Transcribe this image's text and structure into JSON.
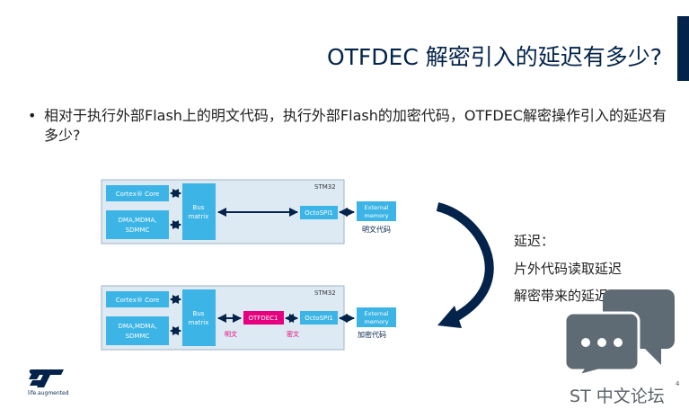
{
  "slide": {
    "title": "OTFDEC 解密引入的延迟有多少?",
    "bullet": "•",
    "bullet_text": "相对于执行外部Flash上的明文代码，执行外部Flash的加密代码，OTFDEC解密操作引入的延迟有多少?"
  },
  "diagram_top": {
    "chip_label": "STM32",
    "cortex_label": "Cortex® Core",
    "dma_label": [
      "DMA,MDMA,",
      "SDMMC"
    ],
    "bus_label": [
      "Bus",
      "matrix"
    ],
    "octospi_label": "OctoSPI1",
    "external_label": [
      "External",
      "memory"
    ],
    "caption": "明文代码"
  },
  "diagram_bottom": {
    "chip_label": "STM32",
    "cortex_label": "Cortex® Core",
    "dma_label": [
      "DMA,MDMA,",
      "SDMMC"
    ],
    "bus_label": [
      "Bus",
      "matrix"
    ],
    "otfdec_label": "OTFDEC1",
    "octospi_label": "OctoSPI1",
    "external_label": [
      "External",
      "memory"
    ],
    "plain_label": "明文",
    "cipher_label": "密文",
    "caption": "加密代码"
  },
  "delay_notes": {
    "heading": "延迟：",
    "line1": "片外代码读取延迟",
    "line2": "解密带来的延迟"
  },
  "footer": {
    "logo_tagline": "life.augmented",
    "watermark": "ST 中文论坛",
    "page_number": "4"
  },
  "colors": {
    "navy": "#03234b",
    "chip_bg": "#dde9f3",
    "chip_border": "#9fb5c7",
    "block_blue": "#3cb4e6",
    "otfdec_pink": "#e6007e",
    "chat_gray": "#5f6b74"
  },
  "icons": [
    "curved-arrow-icon",
    "chat-bubbles-icon",
    "st-logo-icon"
  ]
}
